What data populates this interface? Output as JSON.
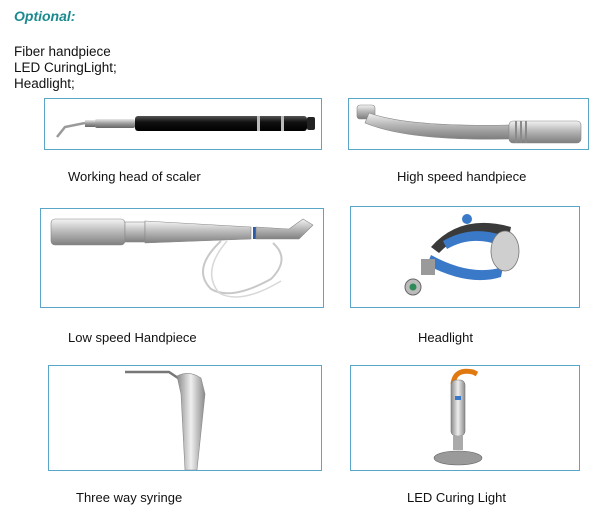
{
  "heading": "Optional:",
  "optional_items": [
    "Fiber handpiece",
    "LED CuringLight;",
    "Headlight;"
  ],
  "products": [
    {
      "caption": "Working head of scaler",
      "icon": "scaler-working-head-icon"
    },
    {
      "caption": "High speed handpiece",
      "icon": "high-speed-handpiece-icon"
    },
    {
      "caption": "Low speed Handpiece",
      "icon": "low-speed-handpiece-icon"
    },
    {
      "caption": "Headlight",
      "icon": "headlight-icon"
    },
    {
      "caption": "Three way syringe",
      "icon": "three-way-syringe-icon"
    },
    {
      "caption": "LED Curing Light",
      "icon": "led-curing-light-icon"
    }
  ],
  "colors": {
    "heading": "#1b8a8f",
    "box_border": "#5aa6c8",
    "headband_blue": "#3a78c8"
  }
}
